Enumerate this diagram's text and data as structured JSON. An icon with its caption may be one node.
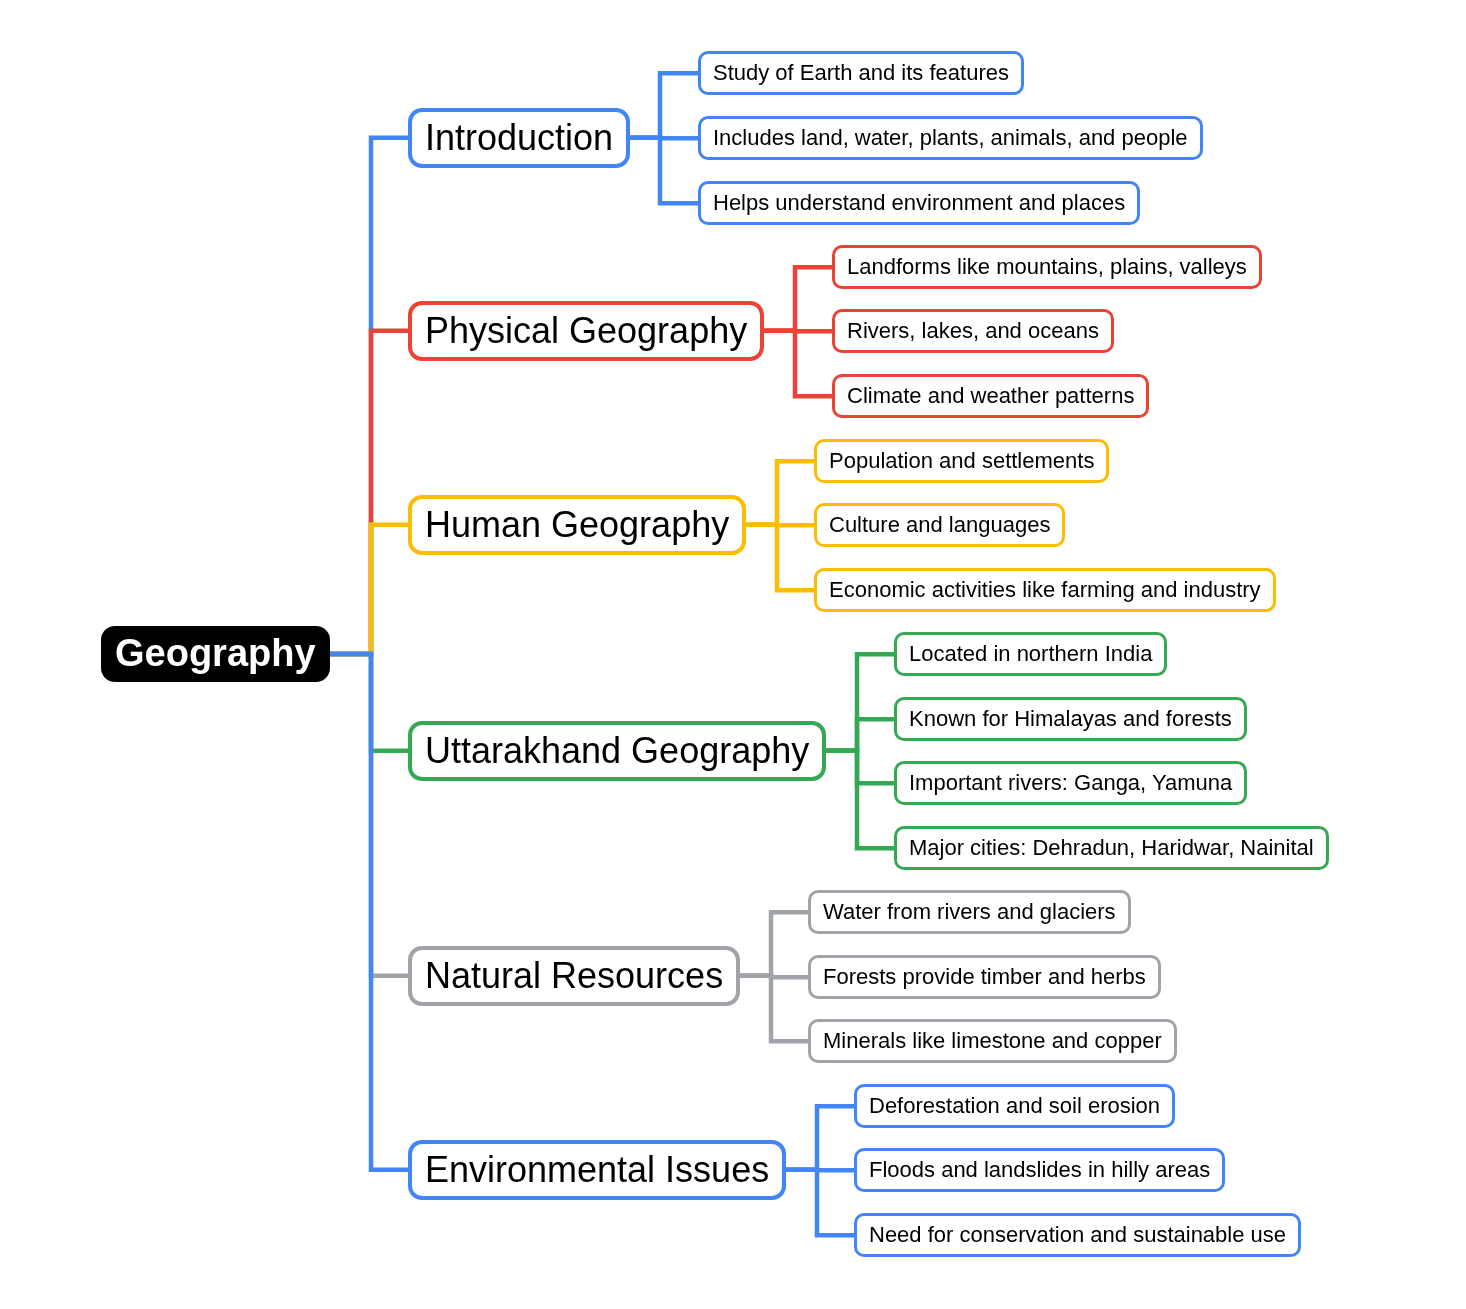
{
  "diagram": {
    "nodes": [
      {
        "text": [
          "Geography"
        ]
      },
      {
        "text": [
          "Introduction"
        ]
      },
      {
        "text": [
          "Study of Earth and its features"
        ]
      },
      {
        "text": [
          "Includes land, water, plants, animals, and people"
        ]
      },
      {
        "text": [
          "Helps understand environment and places"
        ]
      },
      {
        "text": [
          "Physical Geography"
        ]
      },
      {
        "text": [
          "Landforms like mountains, plains, valleys"
        ]
      },
      {
        "text": [
          "Rivers, lakes, and oceans"
        ]
      },
      {
        "text": [
          "Climate and weather patterns"
        ]
      },
      {
        "text": [
          "Human Geography"
        ]
      },
      {
        "text": [
          "Population and settlements"
        ]
      },
      {
        "text": [
          "Culture and languages"
        ]
      },
      {
        "text": [
          "Economic activities like farming and industry"
        ]
      },
      {
        "text": [
          "Uttarakhand Geography"
        ]
      },
      {
        "text": [
          "Located in northern India"
        ]
      },
      {
        "text": [
          "Known for Himalayas and forests"
        ]
      },
      {
        "text": [
          "Important rivers: Ganga, Yamuna"
        ]
      },
      {
        "text": [
          "Major cities: Dehradun, Haridwar, Nainital"
        ]
      },
      {
        "text": [
          "Natural Resources"
        ]
      },
      {
        "text": [
          "Water from rivers and glaciers"
        ]
      },
      {
        "text": [
          "Forests provide timber and herbs"
        ]
      },
      {
        "text": [
          "Minerals like limestone and copper"
        ]
      },
      {
        "text": [
          "Environmental Issues"
        ]
      },
      {
        "text": [
          "Deforestation and soil erosion"
        ]
      },
      {
        "text": [
          "Floods and landslides in hilly areas"
        ]
      },
      {
        "text": [
          "Need for conservation and sustainable use"
        ]
      }
    ],
    "edges": [
      {
        "from": 0,
        "to": 1,
        "arrow": "none",
        "color": "#4285f4"
      },
      {
        "from": 1,
        "to": 2,
        "arrow": "none",
        "color": "#4285f4"
      },
      {
        "from": 1,
        "to": 3,
        "arrow": "none",
        "color": "#4285f4"
      },
      {
        "from": 1,
        "to": 4,
        "arrow": "none",
        "color": "#4285f4"
      },
      {
        "from": 0,
        "to": 5,
        "arrow": "none",
        "color": "#ea4335"
      },
      {
        "from": 5,
        "to": 6,
        "arrow": "none",
        "color": "#ea4335"
      },
      {
        "from": 5,
        "to": 7,
        "arrow": "none",
        "color": "#ea4335"
      },
      {
        "from": 5,
        "to": 8,
        "arrow": "none",
        "color": "#ea4335"
      },
      {
        "from": 0,
        "to": 9,
        "arrow": "none",
        "color": "#fbbc04"
      },
      {
        "from": 9,
        "to": 10,
        "arrow": "none",
        "color": "#fbbc04"
      },
      {
        "from": 9,
        "to": 11,
        "arrow": "none",
        "color": "#fbbc04"
      },
      {
        "from": 9,
        "to": 12,
        "arrow": "none",
        "color": "#fbbc04"
      },
      {
        "from": 0,
        "to": 13,
        "arrow": "none",
        "color": "#34a853"
      },
      {
        "from": 13,
        "to": 14,
        "arrow": "none",
        "color": "#34a853"
      },
      {
        "from": 13,
        "to": 15,
        "arrow": "none",
        "color": "#34a853"
      },
      {
        "from": 13,
        "to": 16,
        "arrow": "none",
        "color": "#34a853"
      },
      {
        "from": 13,
        "to": 17,
        "arrow": "none",
        "color": "#34a853"
      },
      {
        "from": 0,
        "to": 18,
        "arrow": "none",
        "color": "#a0a4a8"
      },
      {
        "from": 18,
        "to": 19,
        "arrow": "none",
        "color": "#a0a4a8"
      },
      {
        "from": 18,
        "to": 20,
        "arrow": "none",
        "color": "#a0a4a8"
      },
      {
        "from": 18,
        "to": 21,
        "arrow": "none",
        "color": "#a0a4a8"
      },
      {
        "from": 0,
        "to": 22,
        "arrow": "none",
        "color": "#4285f4"
      },
      {
        "from": 22,
        "to": 23,
        "arrow": "none",
        "color": "#4285f4"
      },
      {
        "from": 22,
        "to": 24,
        "arrow": "none",
        "color": "#4285f4"
      },
      {
        "from": 22,
        "to": 25,
        "arrow": "none",
        "color": "#4285f4"
      }
    ]
  }
}
